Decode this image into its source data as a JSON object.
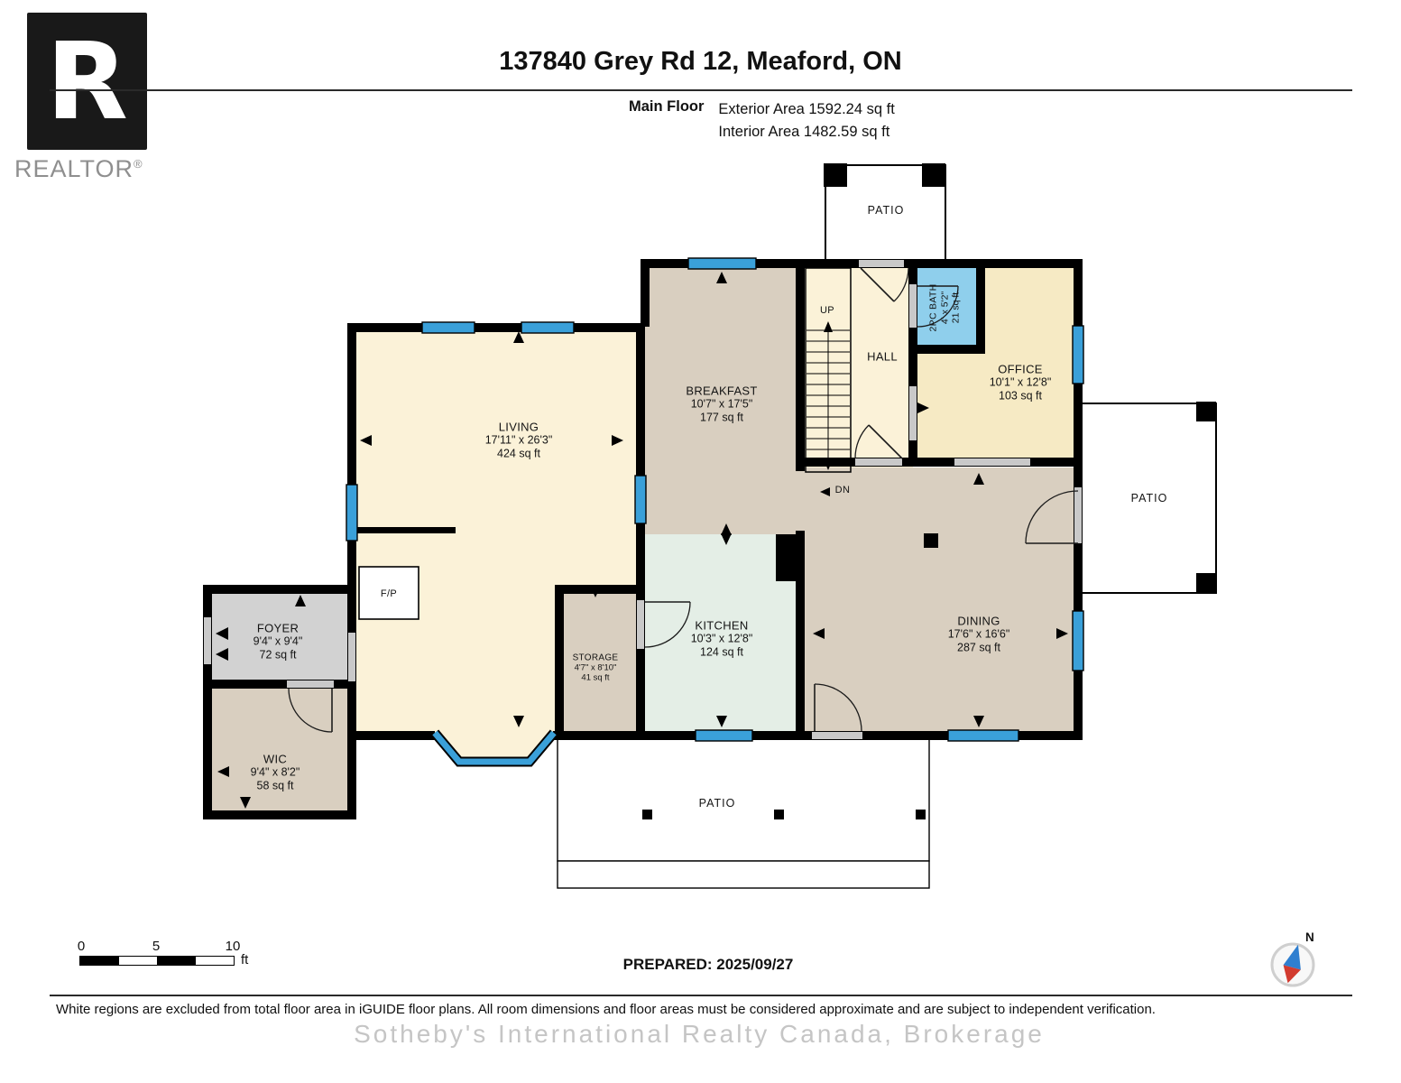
{
  "header": {
    "title": "137840 Grey Rd 12, Meaford, ON",
    "floor_label": "Main Floor",
    "exterior_area": "Exterior Area 1592.24 sq ft",
    "interior_area": "Interior Area 1482.59 sq ft"
  },
  "branding": {
    "logo_letter": "R",
    "realtor_text": "REALTOR",
    "registered_mark": "®",
    "watermark": "Sotheby's International Realty Canada, Brokerage"
  },
  "rooms": [
    {
      "name": "LIVING",
      "dims": "17'11\" x 26'3\"",
      "area": "424 sq ft"
    },
    {
      "name": "BREAKFAST",
      "dims": "10'7\" x 17'5\"",
      "area": "177 sq ft"
    },
    {
      "name": "KITCHEN",
      "dims": "10'3\" x 12'8\"",
      "area": "124 sq ft"
    },
    {
      "name": "DINING",
      "dims": "17'6\" x 16'6\"",
      "area": "287 sq ft"
    },
    {
      "name": "OFFICE",
      "dims": "10'1\" x 12'8\"",
      "area": "103 sq ft"
    },
    {
      "name": "2PC BATH",
      "dims": "4' x 5'2\"",
      "area": "21 sq ft"
    },
    {
      "name": "HALL"
    },
    {
      "name": "FOYER",
      "dims": "9'4\" x 9'4\"",
      "area": "72 sq ft"
    },
    {
      "name": "WIC",
      "dims": "9'4\" x 8'2\"",
      "area": "58 sq ft"
    },
    {
      "name": "STORAGE",
      "dims": "4'7\" x 8'10\"",
      "area": "41 sq ft"
    }
  ],
  "plan_labels": {
    "patio": "PATIO",
    "up": "UP",
    "dn": "DN",
    "fireplace": "F/P",
    "north": "N"
  },
  "scale_bar": {
    "t0": "0",
    "t5": "5",
    "t10": "10",
    "unit": "ft"
  },
  "footer": {
    "prepared": "PREPARED: 2025/09/27",
    "disclaimer": "White regions are excluded from total floor area in iGUIDE floor plans. All room dimensions and floor areas must be considered approximate and are subject to independent verification."
  },
  "colors": {
    "wall": "#000000",
    "cream": "#fbf2d8",
    "office": "#f6eac4",
    "tan": "#d9cfc0",
    "mint": "#e4eee6",
    "gray": "#d2d2d2",
    "bath": "#8fcfec",
    "window": "#3aa0d9",
    "door": "#c9c9c9"
  }
}
